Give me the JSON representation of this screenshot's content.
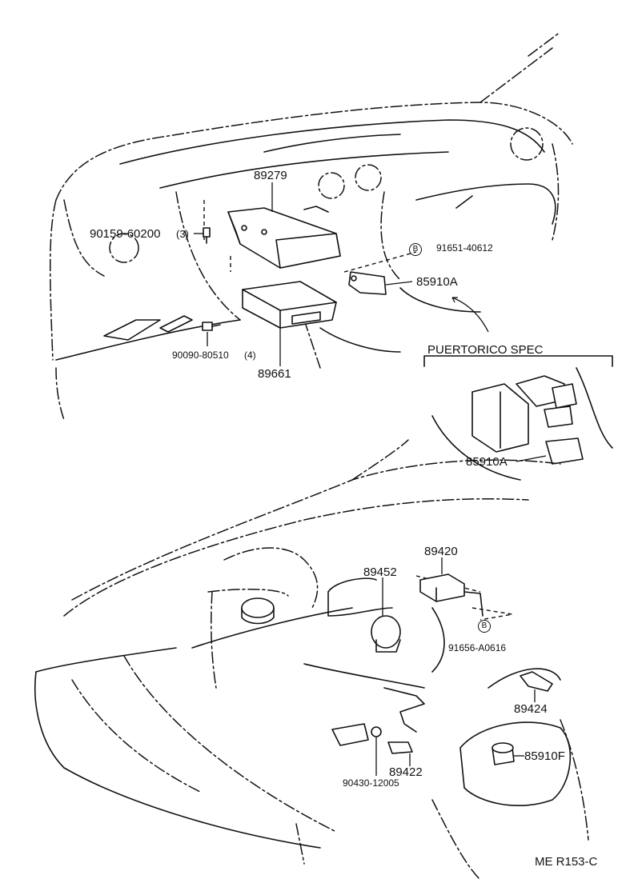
{
  "parts": {
    "p89279": "89279",
    "bolt_a": "90159-60200",
    "bolt_a_qty": "(3)",
    "marker_b": "B",
    "clip_b": "91651-40612",
    "relay_a": "85910A",
    "screw": "90090-80510",
    "screw_qty": "(4)",
    "ecu": "89661",
    "puerto_spec": "PUERTORICO SPEC",
    "relay_a2": "85910A",
    "sensor_89420": "89420",
    "sensor_89452": "89452",
    "clip_b2": "91656-A0616",
    "sensor_89424": "89424",
    "sensor_89422": "89422",
    "gasket": "90430-12005",
    "relay_f": "85910F"
  },
  "footer": {
    "ref": "ME R153-C"
  }
}
